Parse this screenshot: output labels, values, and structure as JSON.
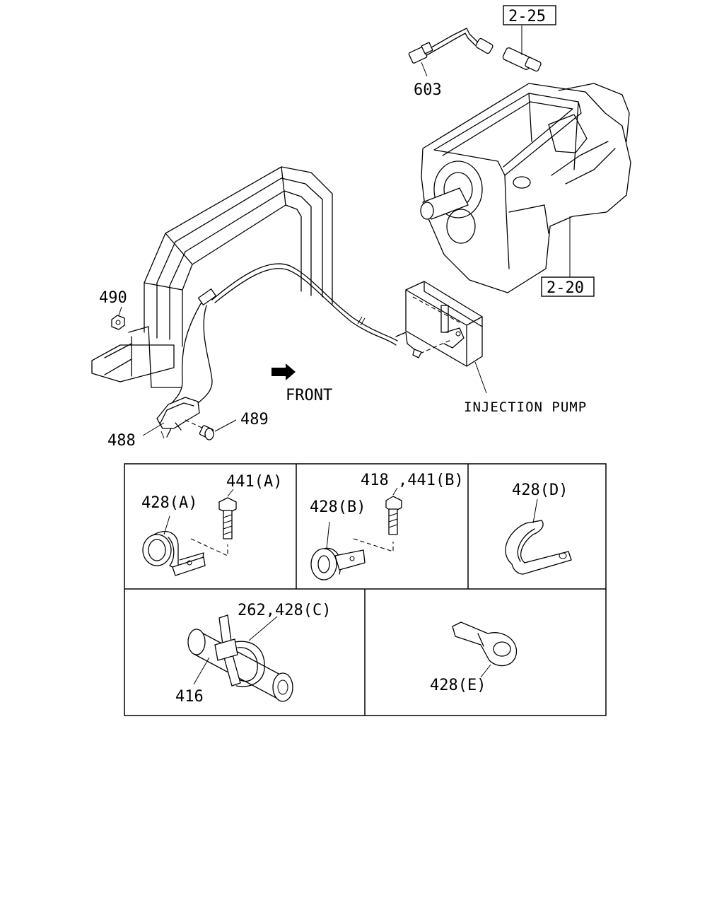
{
  "diagram": {
    "callouts": {
      "ref_2_25": "2-25",
      "ref_2_20": "2-20",
      "part_603": "603",
      "part_490": "490",
      "part_488": "488",
      "part_489": "489",
      "front": "FRONT",
      "injection_pump": "INJECTION PUMP"
    },
    "panels": {
      "a": {
        "clamp": "428(A)",
        "bolt": "441(A)"
      },
      "b": {
        "clamp": "428(B)",
        "bolt": "418 ,441(B)"
      },
      "d": {
        "clamp": "428(D)"
      },
      "c": {
        "clamp": "262,428(C)",
        "pipe": "416"
      },
      "e": {
        "clamp": "428(E)"
      }
    }
  }
}
